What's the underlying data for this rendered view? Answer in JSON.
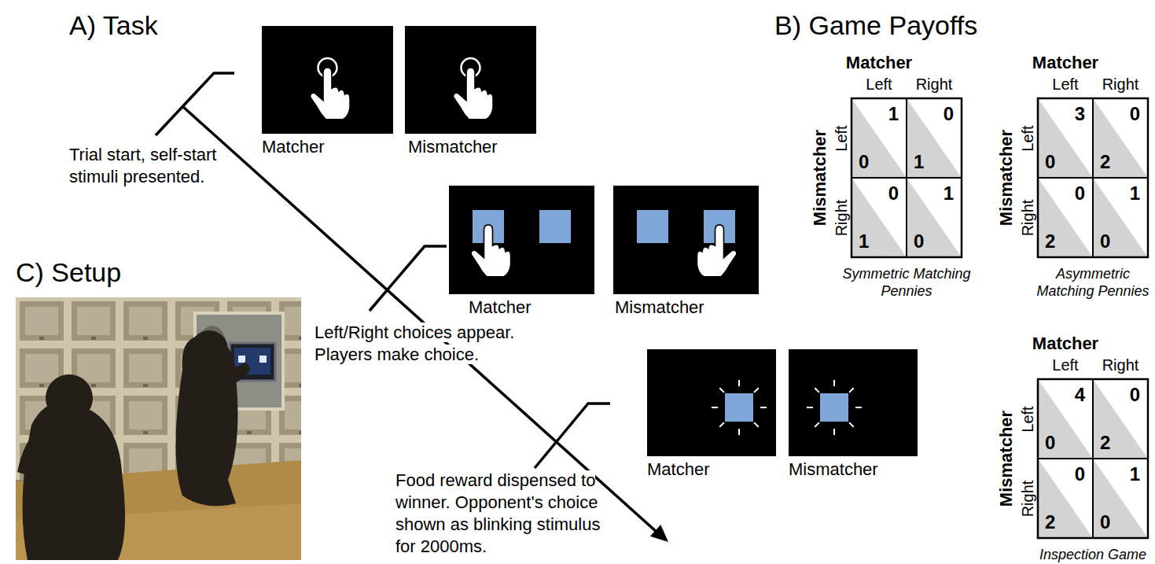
{
  "diagram": {
    "nodes": [
      {
        "text": [
          "Matcher"
        ]
      },
      {
        "text": [
          "Mismatcher"
        ]
      },
      {
        "text": [
          "Matcher"
        ]
      },
      {
        "text": [
          "Mismatcher"
        ]
      },
      {
        "text": [
          "Matcher"
        ]
      },
      {
        "text": [
          "Mismatcher"
        ]
      }
    ],
    "labels": [
      "A) Task",
      "Trial start, self-start stimuli presented.",
      "Left/Right choices appear. Players make choice.",
      "Food reward dispensed to winner. Opponent's choice shown as blinking stimulus for 2000ms.",
      "C) Setup",
      "B) Game Payoffs",
      "Matcher",
      "Left",
      "Right",
      "Mismatcher",
      "Left",
      "Right",
      "1",
      "0",
      "0",
      "1",
      "0",
      "1",
      "1",
      "0",
      "Symmetric Matching Pennies",
      "Matcher",
      "Left",
      "Right",
      "Mismatcher",
      "Left",
      "Right",
      "3",
      "0",
      "0",
      "2",
      "0",
      "2",
      "1",
      "0",
      "Asymmetric Matching Pennies",
      "Matcher",
      "Left",
      "Right",
      "Mismatcher",
      "Left",
      "Right",
      "4",
      "0",
      "0",
      "2",
      "0",
      "2",
      "1",
      "0",
      "Inspection Game"
    ]
  }
}
